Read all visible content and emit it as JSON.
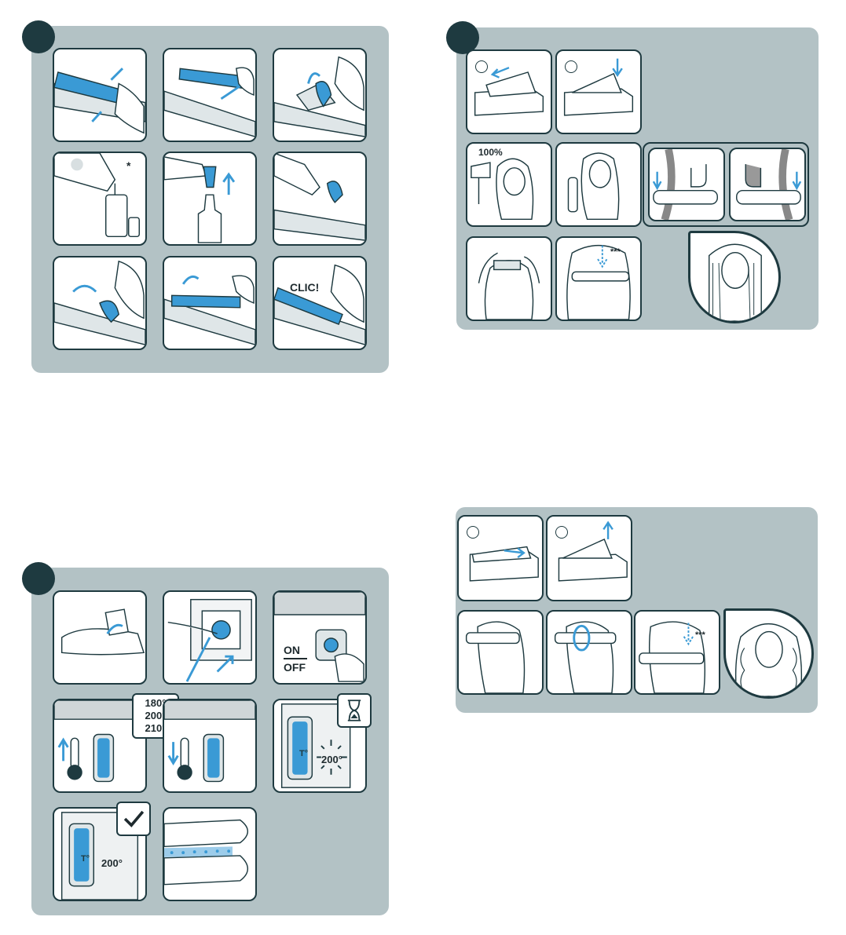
{
  "colors": {
    "panel": "#b3c2c5",
    "badge": "#1e3a40",
    "accent": "#3a9ad5",
    "outline": "#1e3a40"
  },
  "section1": {
    "icons": [
      "cartridge-release-icon",
      "cartridge-remove-icon",
      "cap-open-icon",
      "refill-bottle-icon",
      "nozzle-cap-icon",
      "fill-cartridge-icon",
      "cap-close-icon",
      "cartridge-insert-icon",
      "cartridge-click-icon"
    ],
    "note_asterisk": "*",
    "clic_label": "CLIC!"
  },
  "section2": {
    "onoff_on": "ON",
    "onoff_off": "OFF",
    "temp_options": [
      "180°",
      "200°",
      "210°"
    ],
    "temp_heating": "200°",
    "temp_ready": "200°",
    "temp_button_label": "T°"
  },
  "section3": {
    "percent_label": "100%",
    "stars": "***"
  },
  "section4": {
    "stars": "***"
  }
}
